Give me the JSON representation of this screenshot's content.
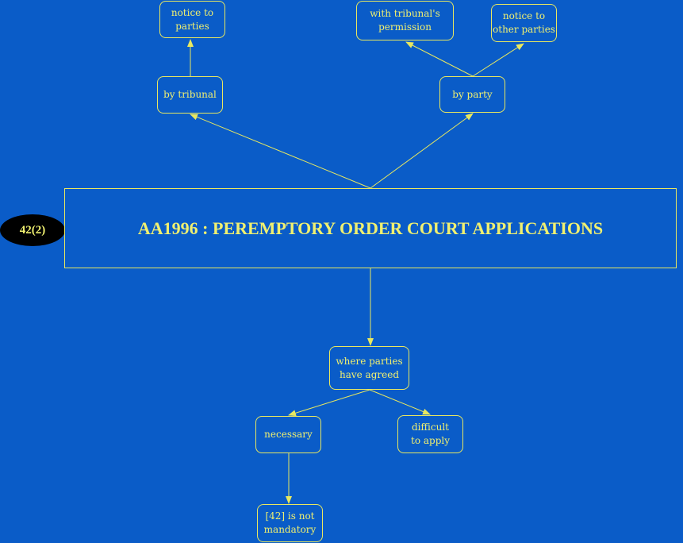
{
  "diagram": {
    "badge": "42(2)",
    "title": "AA1996 : PEREMPTORY ORDER COURT APPLICATIONS",
    "nodes": {
      "notice_to_parties": "notice to\nparties",
      "by_tribunal": "by tribunal",
      "with_tribunal_permission": "with tribunal's\npermission",
      "notice_to_other_parties": "notice to\nother parties",
      "by_party": "by party",
      "where_parties_agreed": "where parties\nhave agreed",
      "necessary": "necessary",
      "difficult_to_apply": "difficult\nto apply",
      "not_mandatory": "[42] is not\nmandatory"
    },
    "colors": {
      "background": "#0a5cc8",
      "line": "#e8e860",
      "text": "#f0f070",
      "badge": "#000000"
    }
  }
}
